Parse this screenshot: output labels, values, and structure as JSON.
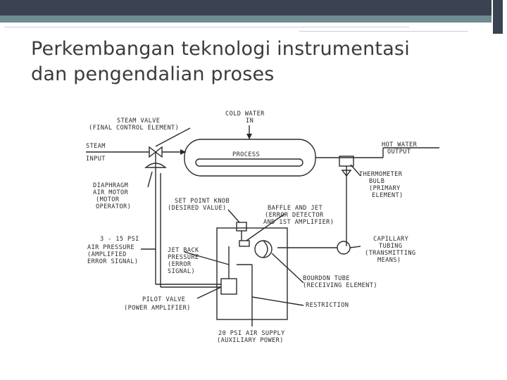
{
  "slide": {
    "title_line1": "Perkembangan teknologi instrumentasi",
    "title_line2": "dan pengendalian proses"
  },
  "diagram": {
    "labels": {
      "cold_water": "COLD WATER",
      "in": "IN",
      "steam_valve": "STEAM VALVE",
      "final_control_element": "(FINAL CONTROL ELEMENT)",
      "steam": "STEAM",
      "input": "INPUT",
      "process": "PROCESS",
      "hot_water": "HOT WATER",
      "output": "OUTPUT",
      "diaphragm": "DIAPHRAGM",
      "air_motor": "AIR MOTOR",
      "motor": "(MOTOR",
      "operator": "OPERATOR)",
      "thermometer": "THERMOMETER",
      "bulb": "BULB",
      "primary": "(PRIMARY",
      "element": "ELEMENT)",
      "set_point_knob": "SET POINT KNOB",
      "desired_value": "(DESIRED VALUE)",
      "baffle_and_jet": "BAFFLE AND JET",
      "error_detector": "(ERROR DETECTOR",
      "and_1st_amplifier": "AND 1ST AMPLIFIER)",
      "psi_3_15": "3 - 15 PSI",
      "air_pressure": "AIR PRESSURE",
      "amplified": "(AMPLIFIED",
      "error_signal": "ERROR SIGNAL)",
      "jet_back": "JET BACK",
      "pressure": "PRESSURE",
      "error": "(ERROR",
      "signal": "SIGNAL)",
      "capillary": "CAPILLARY",
      "tubing": "TUBING",
      "transmitting": "(TRANSMITTING",
      "means": "MEANS)",
      "bourdon_tube": "BOURDON TUBE",
      "receiving_element": "(RECEIVING ELEMENT)",
      "pilot_valve": "PILOT VALVE",
      "power_amplifier": "(POWER AMPLIFIER)",
      "restriction": "RESTRICTION",
      "psi_20_supply": "20 PSI AIR SUPPLY",
      "auxiliary_power": "(AUXILIARY POWER)"
    }
  }
}
